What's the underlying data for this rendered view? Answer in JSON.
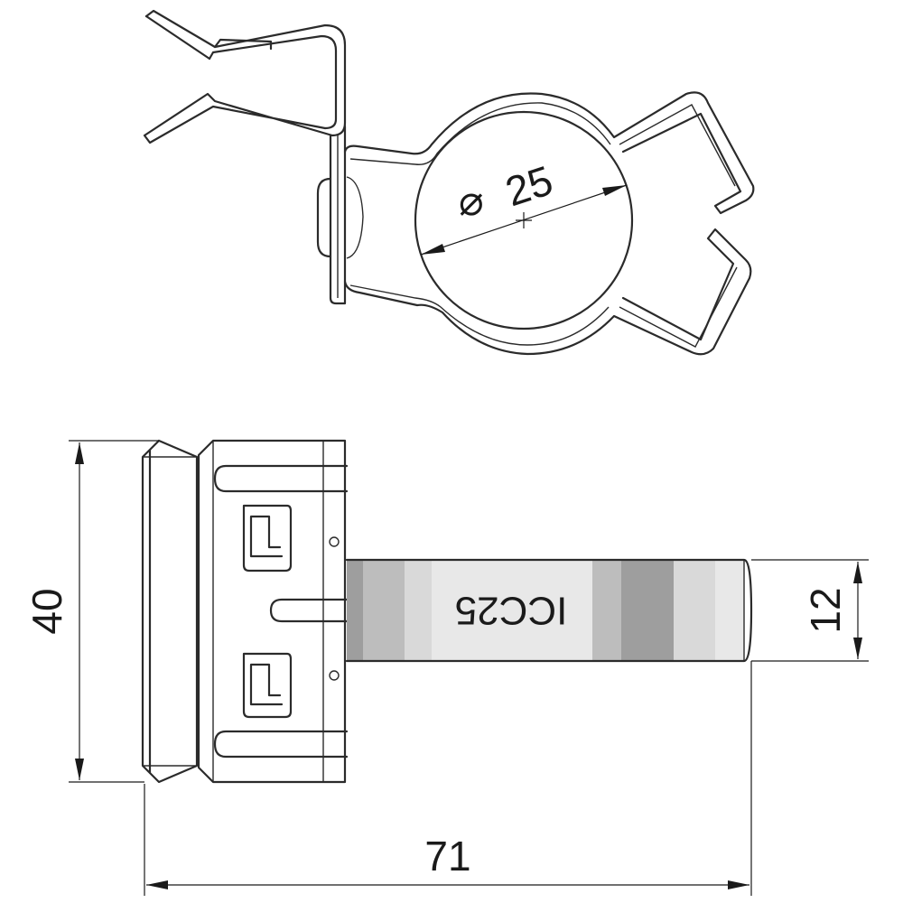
{
  "drawing": {
    "diameter_symbol": "⌀",
    "dimensions": {
      "diameter": "25",
      "height": "40",
      "tube_height": "12",
      "length": "71"
    },
    "part_marking": "ICC25",
    "colors": {
      "line": "#2b2b2b",
      "background": "#ffffff"
    }
  }
}
